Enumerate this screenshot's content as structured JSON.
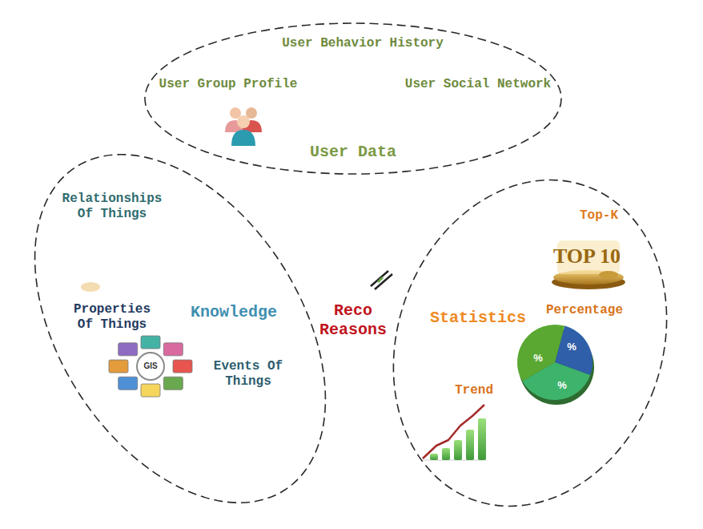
{
  "diagram": {
    "nodes": [
      {
        "text": [
          "User Behavior History",
          "User Group Profile",
          "User Social Network",
          "User Data"
        ]
      },
      {
        "text": [
          "Relationships Of Things",
          "Properties Of Things",
          "Knowledge",
          "Events Of Things"
        ]
      },
      {
        "text": [
          "Top-K",
          "Statistics",
          "Percentage",
          "Trend"
        ]
      }
    ],
    "labels": [
      "Reco Reasons",
      "TOP 10",
      "%",
      "%",
      "%",
      "GIS"
    ]
  }
}
